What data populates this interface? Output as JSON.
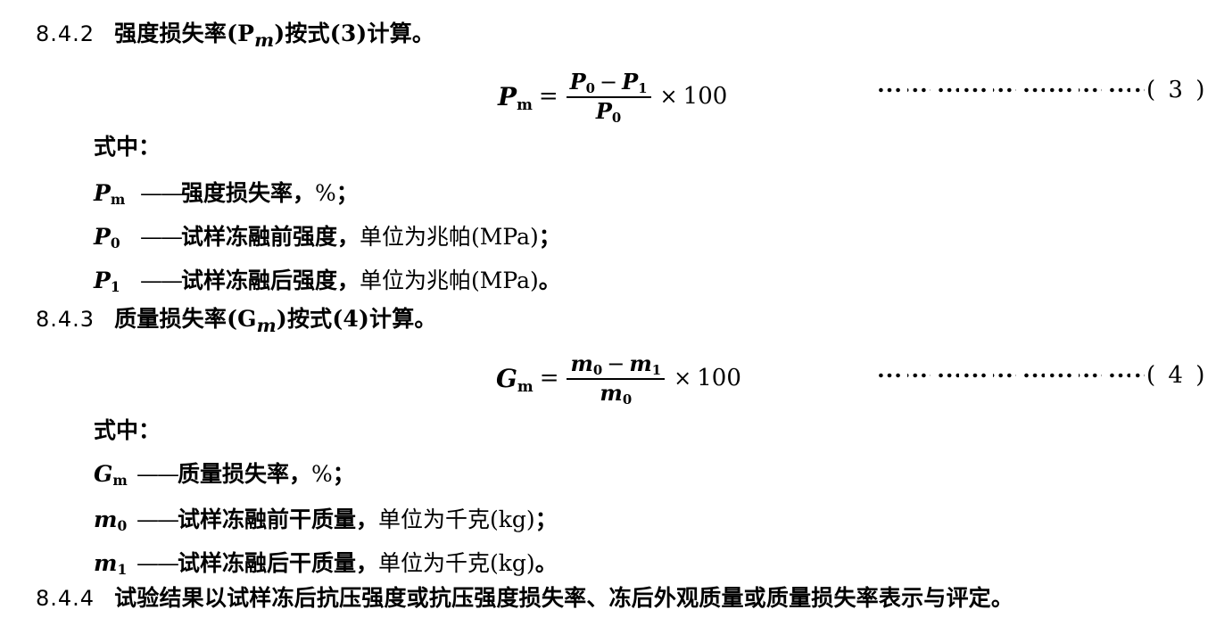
{
  "document": {
    "background_color": "#ffffff",
    "text_color": "#000000"
  },
  "clauses": [
    {
      "number": "8.4.2",
      "text": "强度损失率(P",
      "sub": "m",
      "text_after": ")按式(3)计算。",
      "full_text": "8.4.2  强度损失率(Pm)按式(3)计算。"
    },
    {
      "number": "8.4.3",
      "text": "质量损失率(G",
      "sub": "m",
      "text_after": ")按式(4)计算。",
      "full_text": "8.4.3  质量损失率(Gm)按式(4)计算。"
    },
    {
      "number": "8.4.4",
      "full_text": "8.4.4  试验结果以试样冻后抗压强度或抗压强度损失率、冻后外观质量或质量损失率表示与评定。",
      "body": "试验结果以试样冻后抗压强度或抗压强度损失率、冻后外观质量或质量损失率表示与评定。"
    }
  ],
  "formula_3": {
    "lhs_symbol": "P",
    "lhs_sub": "m",
    "equals": "=",
    "numerator_first": "P",
    "numerator_first_sub": "0",
    "minus": "−",
    "numerator_second": "P",
    "numerator_second_sub": "1",
    "denominator": "P",
    "denominator_sub": "0",
    "times": "×",
    "factor": "100",
    "expression": "Pm = (P0 − P1) / P0 × 100",
    "number": "( 3 )"
  },
  "formula_4": {
    "lhs_symbol": "G",
    "lhs_sub": "m",
    "equals": "=",
    "numerator_first": "m",
    "numerator_first_sub": "0",
    "minus": "−",
    "numerator_second": "m",
    "numerator_second_sub": "1",
    "denominator": "m",
    "denominator_sub": "0",
    "times": "×",
    "factor": "100",
    "expression": "Gm = (m0 − m1) / m0 × 100",
    "number": "( 4 )"
  },
  "where_label_1": "式中：",
  "where_label_2": "式中：",
  "definitions_1": [
    {
      "symbol": "P",
      "sub": "m",
      "dash": "——",
      "description": "强度损失率",
      "separator": "，",
      "unit": "%",
      "terminator": "；",
      "full_text": "Pm ——强度损失率，%；"
    },
    {
      "symbol": "P",
      "sub": "0",
      "dash": "——",
      "description": "试样冻融前强度",
      "separator": "，",
      "unit": "单位为兆帕(MPa)",
      "terminator": "；",
      "full_text": "P0 ——试样冻融前强度，单位为兆帕(MPa)；"
    },
    {
      "symbol": "P",
      "sub": "1",
      "dash": "——",
      "description": "试样冻融后强度",
      "separator": "，",
      "unit": "单位为兆帕(MPa)",
      "terminator": "。",
      "full_text": "P1 ——试样冻融后强度，单位为兆帕(MPa)。"
    }
  ],
  "definitions_2": [
    {
      "symbol": "G",
      "sub": "m",
      "dash": "——",
      "description": "质量损失率",
      "separator": "，",
      "unit": "%",
      "terminator": "；",
      "full_text": "Gm ——质量损失率，%；"
    },
    {
      "symbol": "m",
      "sub": "0",
      "dash": "——",
      "description": "试样冻融前干质量",
      "separator": "，",
      "unit": "单位为千克(kg)",
      "terminator": "；",
      "full_text": "m0 ——试样冻融前干质量，单位为千克(kg)；"
    },
    {
      "symbol": "m",
      "sub": "1",
      "dash": "——",
      "description": "试样冻融后干质量",
      "separator": "，",
      "unit": "单位为千克(kg)",
      "terminator": "。",
      "full_text": "m1 ——试样冻融后干质量，单位为千克(kg)。"
    }
  ]
}
